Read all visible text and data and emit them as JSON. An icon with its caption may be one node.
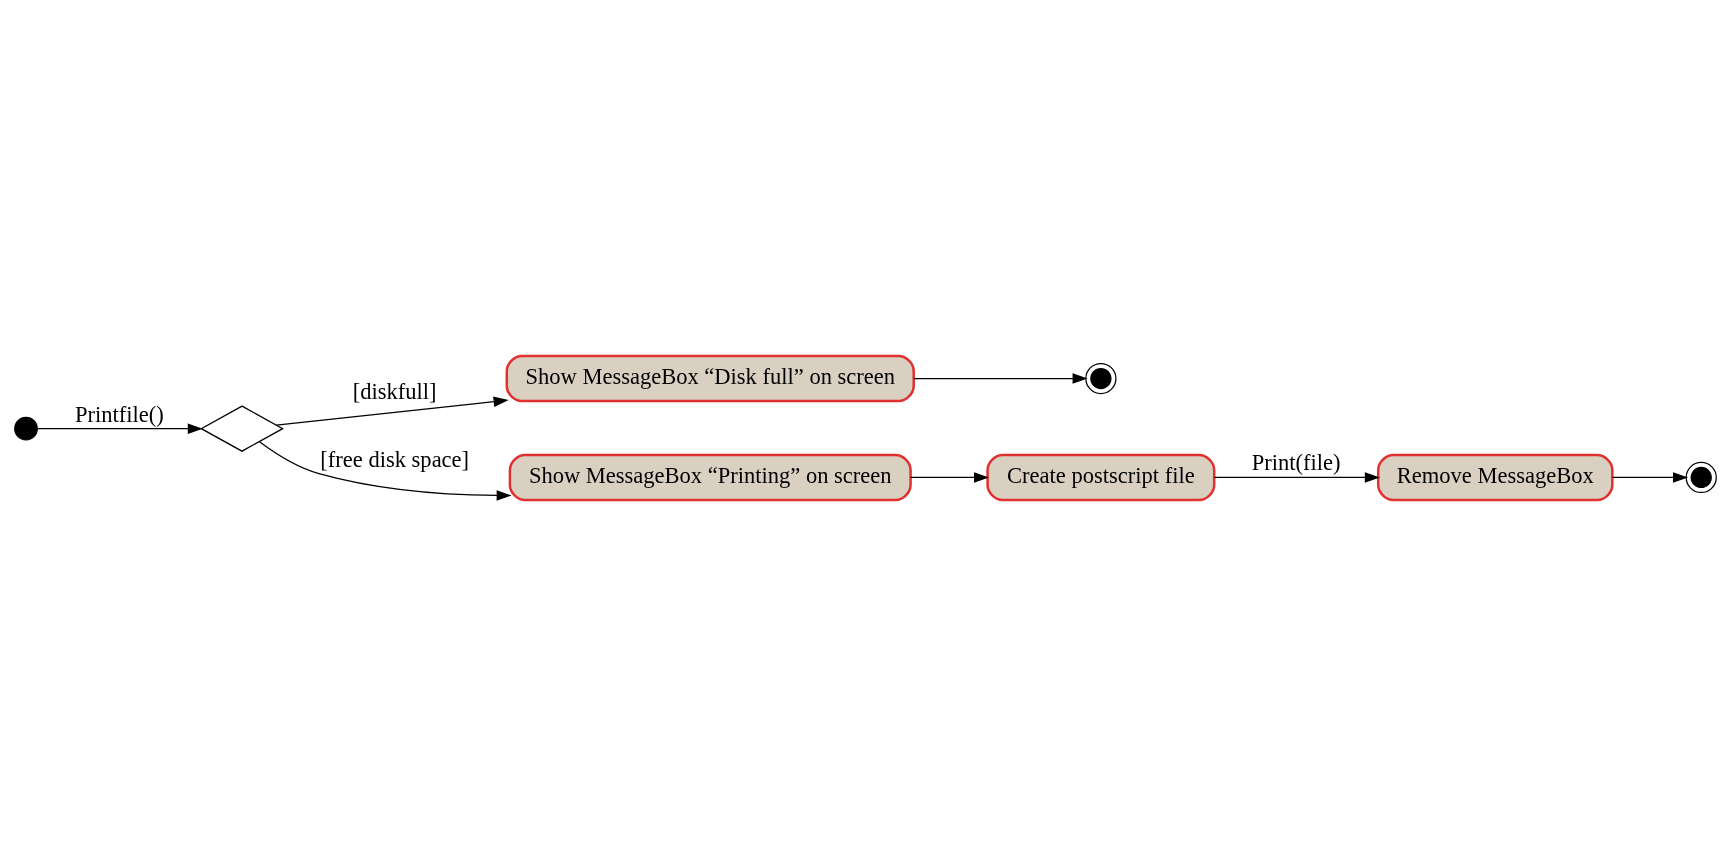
{
  "diagram": {
    "nodes": [
      {
        "text": [],
        "shape": "circle"
      },
      {
        "text": [],
        "shape": "diamond"
      },
      {
        "text": [
          "Show MessageBox “Disk full” on screen"
        ]
      },
      {
        "text": [],
        "shape": "circle"
      },
      {
        "text": [
          "Show MessageBox “Printing” on screen"
        ]
      },
      {
        "text": [
          "Create postscript file"
        ]
      },
      {
        "text": [
          "Remove MessageBox"
        ]
      },
      {
        "text": [],
        "shape": "circle"
      }
    ],
    "edges": [
      {
        "from": 0,
        "to": 1,
        "arrow": "to",
        "label": "Printfile()"
      },
      {
        "from": 1,
        "to": 2,
        "arrow": "to",
        "label": "[diskfull]"
      },
      {
        "from": 1,
        "to": 4,
        "arrow": "to",
        "label": "[free disk space]"
      },
      {
        "from": 2,
        "to": 3,
        "arrow": "to"
      },
      {
        "from": 4,
        "to": 5,
        "arrow": "to"
      },
      {
        "from": 5,
        "to": 6,
        "arrow": "to",
        "label": "Print(file)"
      },
      {
        "from": 6,
        "to": 7,
        "arrow": "to"
      }
    ]
  }
}
